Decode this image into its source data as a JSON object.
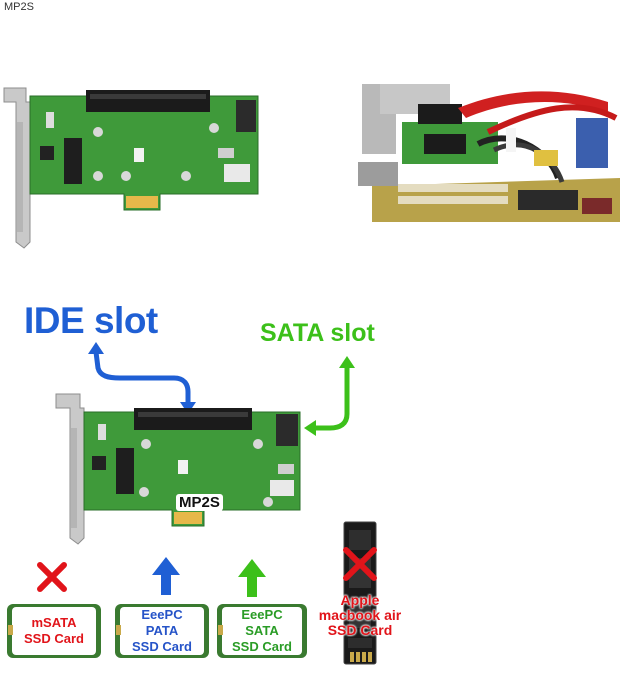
{
  "page": {
    "title": "MP2S"
  },
  "labels": {
    "ide_slot": "IDE slot",
    "sata_slot": "SATA slot",
    "board_name": "MP2S"
  },
  "cards": [
    {
      "lines": [
        "mSATA",
        "SSD Card"
      ],
      "status": "not-compatible",
      "text_color": "#e1141a"
    },
    {
      "lines": [
        "EeePC",
        "PATA",
        "SSD Card"
      ],
      "status": "compatible",
      "text_color": "#2654c8"
    },
    {
      "lines": [
        "EeePC",
        "SATA",
        "SSD Card"
      ],
      "status": "compatible",
      "text_color": "#2a9c26"
    },
    {
      "lines": [
        "Apple",
        "macbook air",
        "SSD Card"
      ],
      "status": "not-compatible",
      "text_color": "#e1141a"
    }
  ],
  "colors": {
    "ide_blue": "#1f5fd4",
    "sata_green": "#3cc01a",
    "cross_red": "#e1141a",
    "pcb_green": "#3f9a3a"
  },
  "icons": {
    "arrow_up_blue": "arrow-up-icon",
    "arrow_up_green": "arrow-up-icon",
    "cross": "x-mark-icon"
  }
}
